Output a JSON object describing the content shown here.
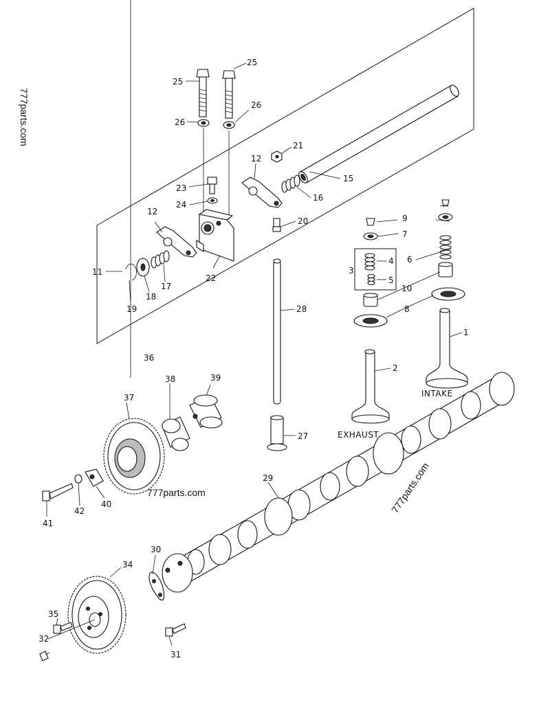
{
  "watermarks": [
    "777parts.com",
    "777parts.com",
    "777parts.com"
  ],
  "labels": {
    "intake": "INTAKE",
    "exhaust": "EXHAUST"
  },
  "callouts": [
    {
      "id": "c25a",
      "text": "25"
    },
    {
      "id": "c25b",
      "text": "25"
    },
    {
      "id": "c26a",
      "text": "26"
    },
    {
      "id": "c26b",
      "text": "26"
    },
    {
      "id": "c21",
      "text": "21"
    },
    {
      "id": "c12a",
      "text": "12"
    },
    {
      "id": "c12b",
      "text": "12"
    },
    {
      "id": "c15",
      "text": "15"
    },
    {
      "id": "c16",
      "text": "16"
    },
    {
      "id": "c23",
      "text": "23"
    },
    {
      "id": "c24",
      "text": "24"
    },
    {
      "id": "c20",
      "text": "20"
    },
    {
      "id": "c9",
      "text": "9"
    },
    {
      "id": "c7",
      "text": "7"
    },
    {
      "id": "c6",
      "text": "6"
    },
    {
      "id": "c4",
      "text": "4"
    },
    {
      "id": "c3",
      "text": "3"
    },
    {
      "id": "c5",
      "text": "5"
    },
    {
      "id": "c10",
      "text": "10"
    },
    {
      "id": "c8",
      "text": "8"
    },
    {
      "id": "c11",
      "text": "11"
    },
    {
      "id": "c17",
      "text": "17"
    },
    {
      "id": "c18",
      "text": "18"
    },
    {
      "id": "c19",
      "text": "19"
    },
    {
      "id": "c22",
      "text": "22"
    },
    {
      "id": "c28",
      "text": "28"
    },
    {
      "id": "c1",
      "text": "1"
    },
    {
      "id": "c2",
      "text": "2"
    },
    {
      "id": "c36",
      "text": "36"
    },
    {
      "id": "c37",
      "text": "37"
    },
    {
      "id": "c38",
      "text": "38"
    },
    {
      "id": "c39",
      "text": "39"
    },
    {
      "id": "c27",
      "text": "27"
    },
    {
      "id": "c29",
      "text": "29"
    },
    {
      "id": "c41",
      "text": "41"
    },
    {
      "id": "c42",
      "text": "42"
    },
    {
      "id": "c40",
      "text": "40"
    },
    {
      "id": "c30",
      "text": "30"
    },
    {
      "id": "c34",
      "text": "34"
    },
    {
      "id": "c35",
      "text": "35"
    },
    {
      "id": "c32",
      "text": "32"
    },
    {
      "id": "c31",
      "text": "31"
    }
  ]
}
